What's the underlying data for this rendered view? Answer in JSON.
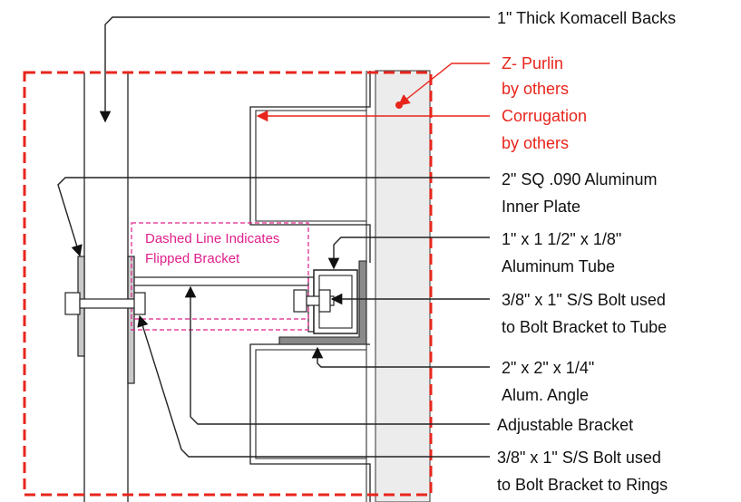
{
  "labels": {
    "komacell": "1\" Thick Komacell Backs",
    "zpurlin_1": "Z- Purlin",
    "zpurlin_2": "by others",
    "corrugation_1": "Corrugation",
    "corrugation_2": "by others",
    "plate_1": "2\" SQ .090 Aluminum",
    "plate_2": "Inner Plate",
    "tube_1": "1\" x 1 1/2\" x 1/8\"",
    "tube_2": "Aluminum Tube",
    "bolt_tube_1": "3/8\" x 1\" S/S Bolt used",
    "bolt_tube_2": "to Bolt Bracket to Tube",
    "angle_1": "2\" x 2\" x 1/4\"",
    "angle_2": "Alum. Angle",
    "adjustable": "Adjustable Bracket",
    "bolt_rings_1": "3/8\" x 1\" S/S Bolt used",
    "bolt_rings_2": "to Bolt Bracket to Rings",
    "dashed_note_1": "Dashed Line Indicates",
    "dashed_note_2": "Flipped Bracket"
  },
  "colors": {
    "callout_red": "#e8251c",
    "note_magenta": "#e0208c",
    "line_dark": "#222222",
    "wall_fill": "#ececec",
    "angle_fill": "#8a8a8a"
  }
}
